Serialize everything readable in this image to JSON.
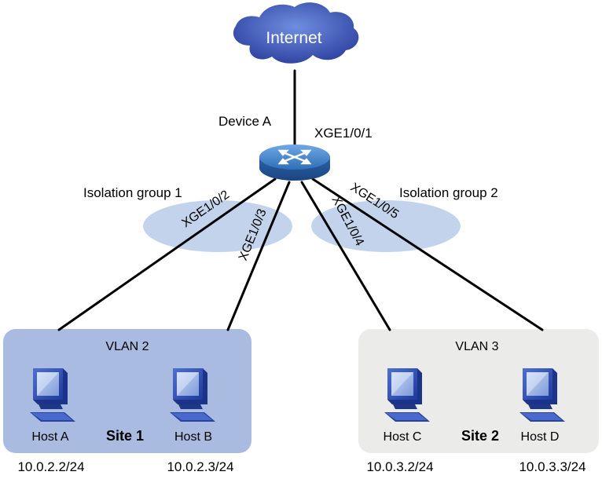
{
  "cloud": {
    "label": "Internet"
  },
  "device": {
    "name": "Device A",
    "uplink_port": "XGE1/0/1"
  },
  "isolation_groups": [
    {
      "label": "Isolation group 1"
    },
    {
      "label": "Isolation group 2"
    }
  ],
  "ports": {
    "p2": "XGE1/0/2",
    "p3": "XGE1/0/3",
    "p4": "XGE1/0/4",
    "p5": "XGE1/0/5"
  },
  "sites": [
    {
      "vlan": "VLAN 2",
      "site": "Site 1",
      "hosts": [
        {
          "name": "Host A",
          "ip": "10.0.2.2/24"
        },
        {
          "name": "Host B",
          "ip": "10.0.2.3/24"
        }
      ]
    },
    {
      "vlan": "VLAN 3",
      "site": "Site 2",
      "hosts": [
        {
          "name": "Host C",
          "ip": "10.0.3.2/24"
        },
        {
          "name": "Host D",
          "ip": "10.0.3.3/24"
        }
      ]
    }
  ],
  "colors": {
    "site1_fill": "#a9bbe0",
    "site2_fill": "#ebebea",
    "isolation_fill": "#c3d3ec",
    "cloud_fill": "#3f56b6",
    "router_fill": "#2f6fb6",
    "link": "#000000"
  }
}
